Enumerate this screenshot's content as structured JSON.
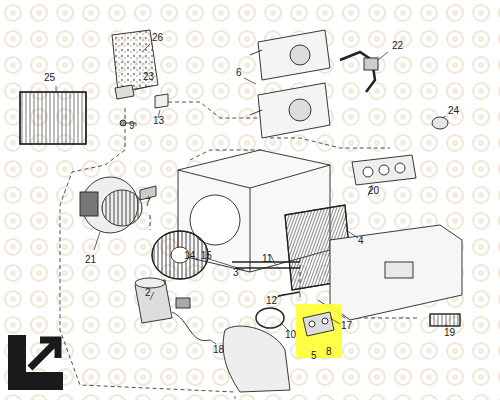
{
  "diagram": {
    "labels": [
      "26",
      "22",
      "6",
      "23",
      "25",
      "24",
      "13",
      "9",
      "20",
      "7",
      "4",
      "21",
      "14, 15",
      "3",
      "11",
      "2",
      "12",
      "17",
      "19",
      "18",
      "10",
      "5",
      "8"
    ]
  }
}
